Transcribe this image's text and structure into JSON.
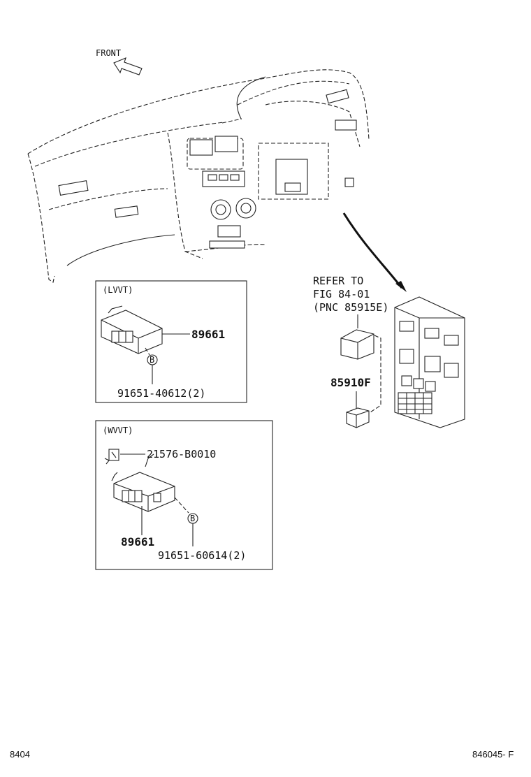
{
  "front_label": "FRONT",
  "refer_note": {
    "line1": "REFER TO",
    "line2": "FIG 84-01",
    "line3": "(PNC 85915E)"
  },
  "parts": {
    "relay_part_number": "85910F",
    "lvvt_box": {
      "title": "(LVVT)",
      "ecu_part_number": "89661",
      "bolt_marker": "B",
      "bolt_part_number": "91651-40612(2)"
    },
    "wvvt_box": {
      "title": "(WVVT)",
      "clip_part_number": "21576-B0010",
      "ecu_part_number": "89661",
      "bolt_marker": "B",
      "bolt_part_number": "91651-60614(2)"
    }
  },
  "footer": {
    "left_code": "8404",
    "right_code": "846045- F"
  }
}
